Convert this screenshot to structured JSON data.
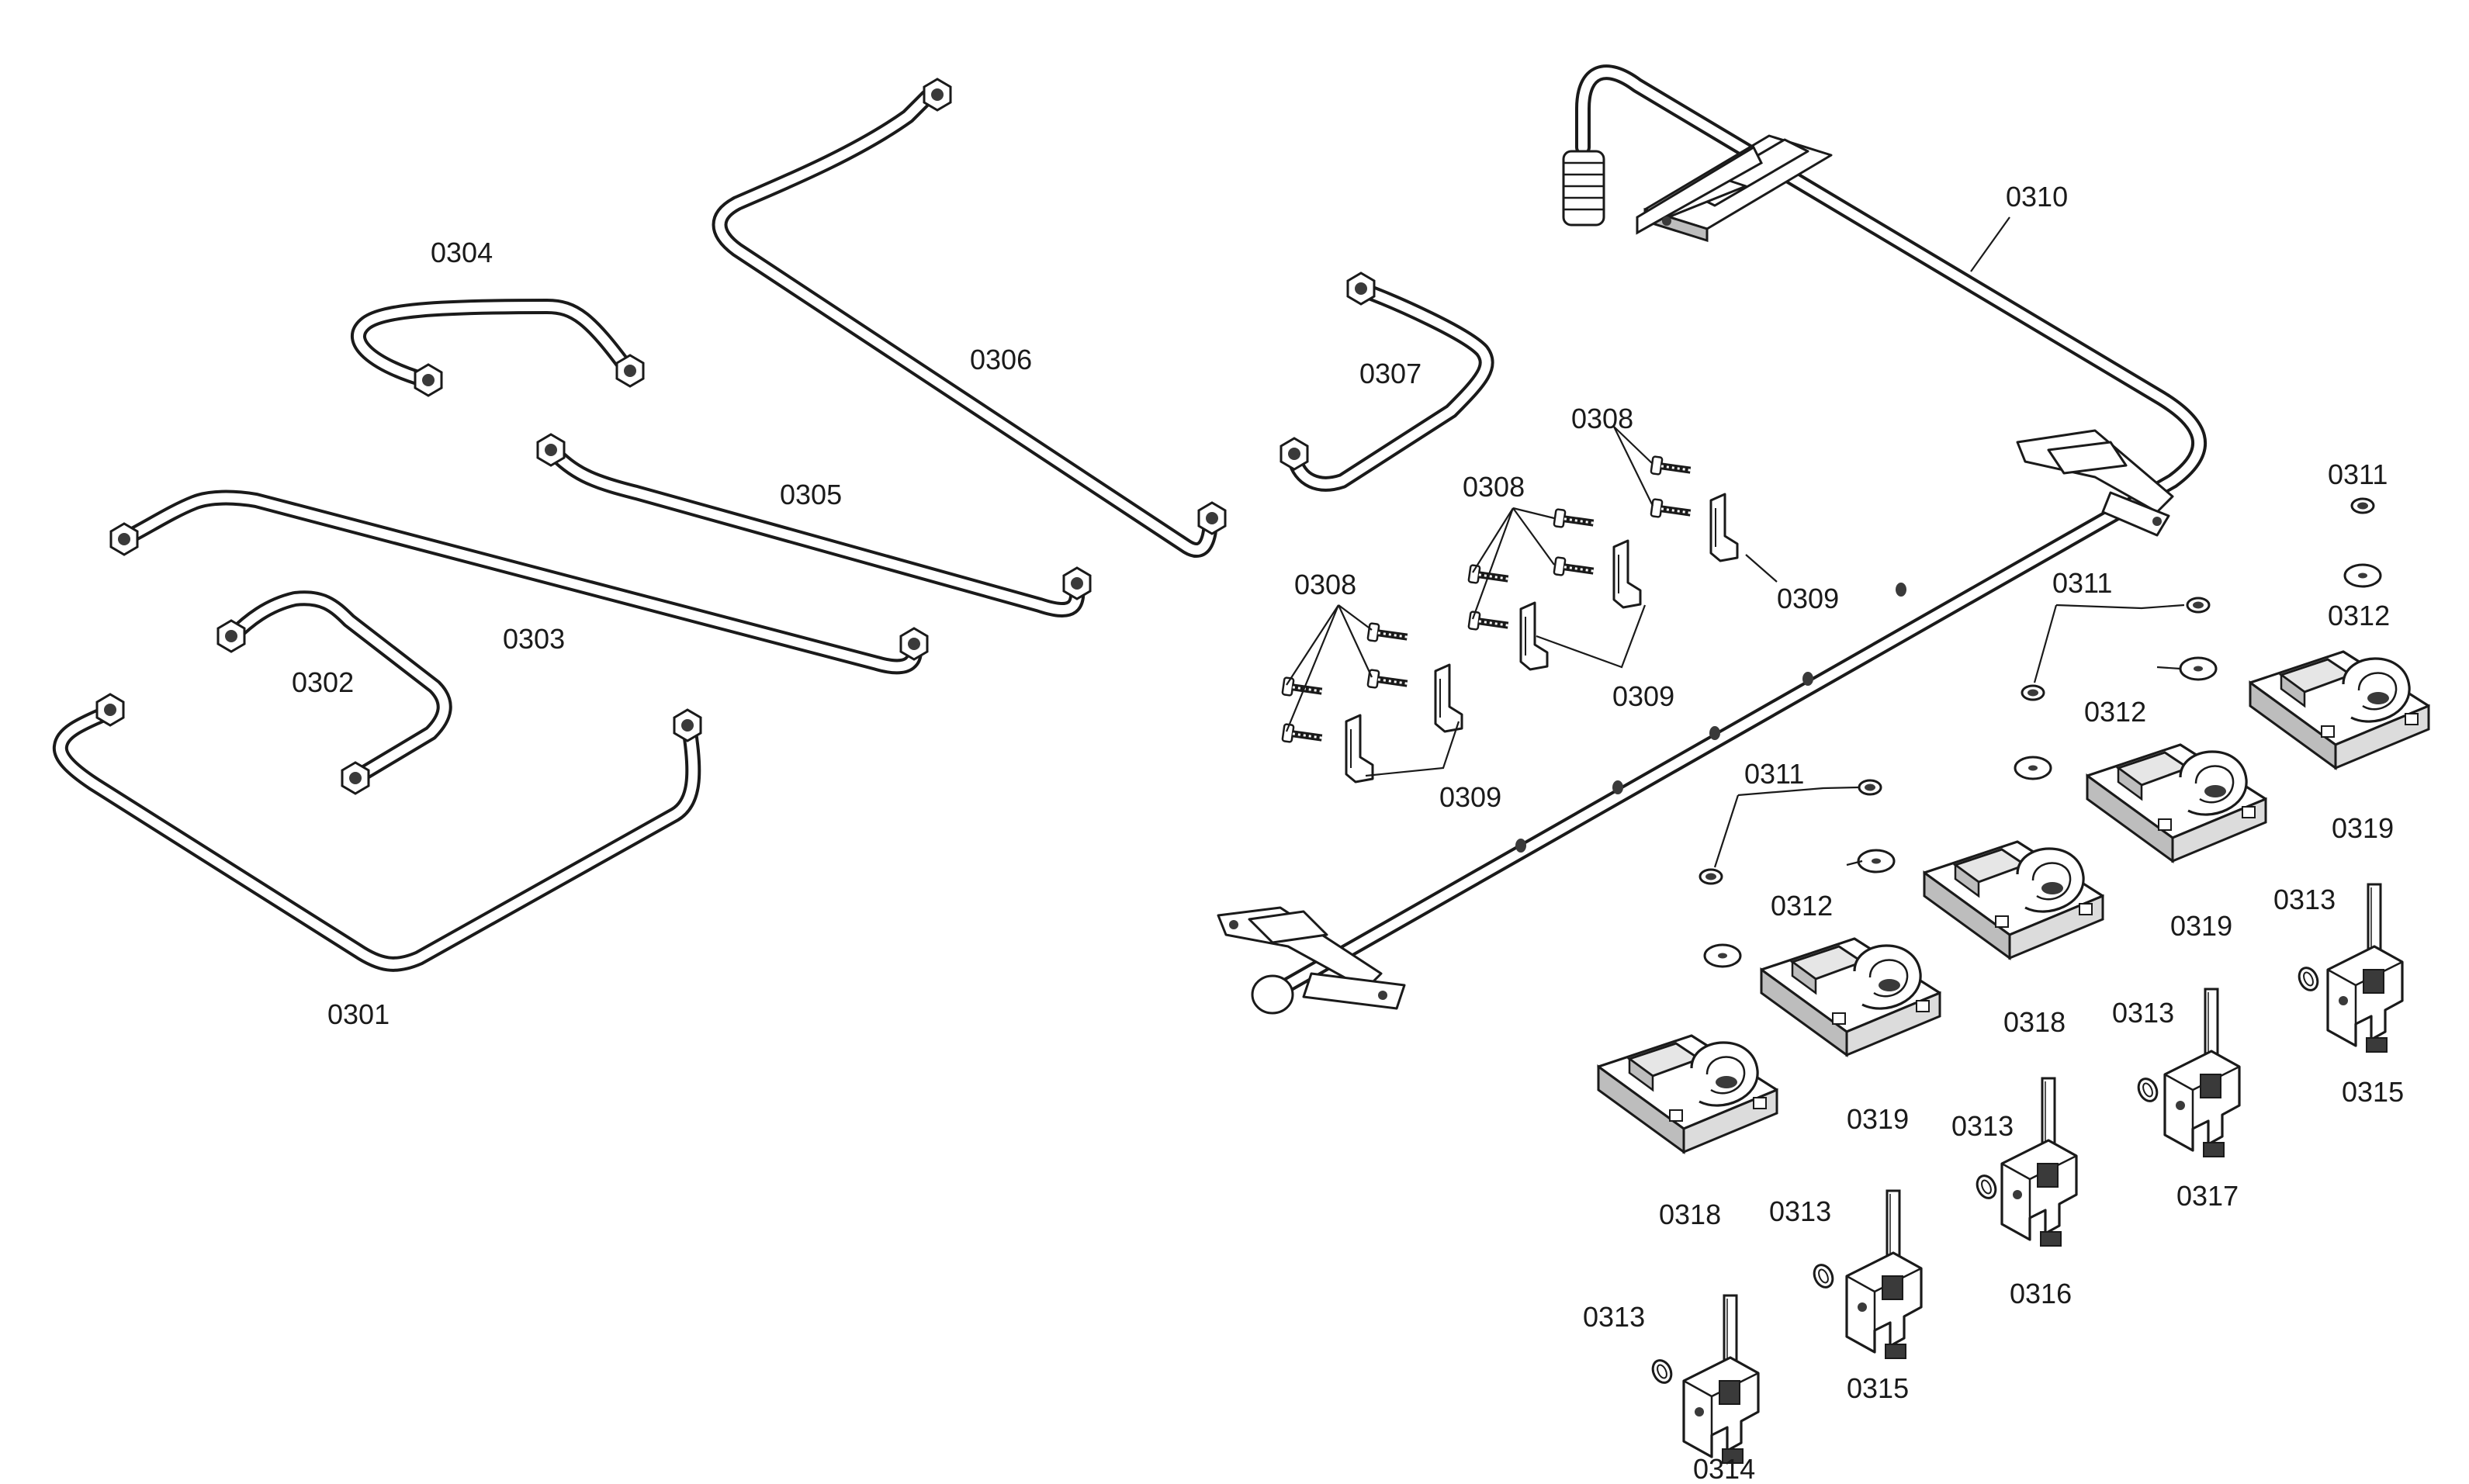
{
  "labels": {
    "l0301": "0301",
    "l0302": "0302",
    "l0303": "0303",
    "l0304": "0304",
    "l0305": "0305",
    "l0306": "0306",
    "l0307": "0307",
    "l0308a": "0308",
    "l0308b": "0308",
    "l0308c": "0308",
    "l0309a": "0309",
    "l0309b": "0309",
    "l0309c": "0309",
    "l0310": "0310",
    "l0311a": "0311",
    "l0311b": "0311",
    "l0311c": "0311",
    "l0312a": "0312",
    "l0312b": "0312",
    "l0312c": "0312",
    "l0313a": "0313",
    "l0313b": "0313",
    "l0313c": "0313",
    "l0313d": "0313",
    "l0313e": "0313",
    "l0314": "0314",
    "l0315a": "0315",
    "l0315b": "0315",
    "l0316": "0316",
    "l0317": "0317",
    "l0318a": "0318",
    "l0318b": "0318",
    "l0319a": "0319",
    "l0319b": "0319",
    "l0319c": "0319"
  }
}
